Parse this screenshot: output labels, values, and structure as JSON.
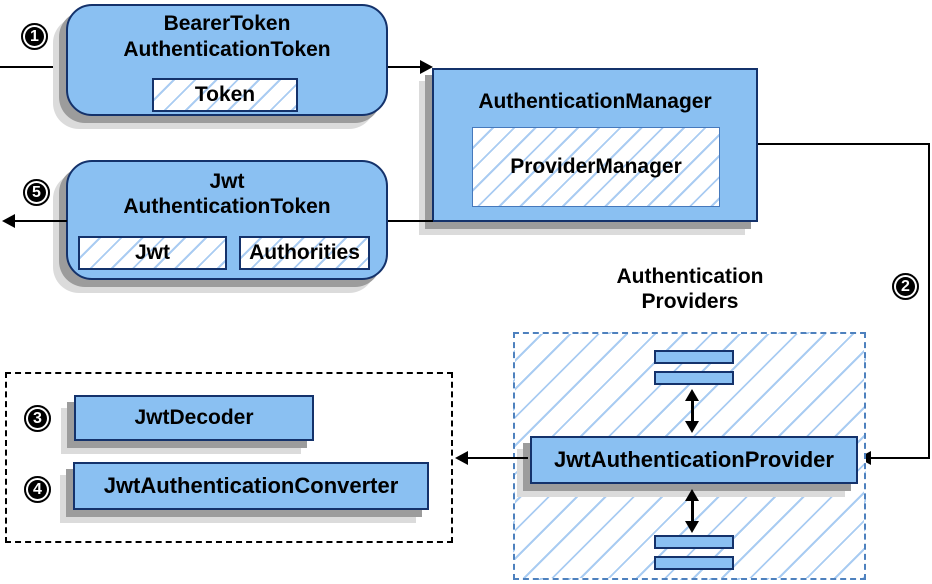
{
  "nodes": {
    "bearer_token": {
      "title_line1": "BearerToken",
      "title_line2": "AuthenticationToken",
      "field": "Token"
    },
    "authentication_manager": {
      "title": "AuthenticationManager",
      "field": "ProviderManager"
    },
    "jwt_authentication_token": {
      "title_line1": "Jwt",
      "title_line2": "AuthenticationToken",
      "field_jwt": "Jwt",
      "field_authorities": "Authorities"
    },
    "authentication_providers": {
      "label_line1": "Authentication",
      "label_line2": "Providers",
      "provider": "JwtAuthenticationProvider"
    },
    "converter_group": {
      "decoder": "JwtDecoder",
      "converter": "JwtAuthenticationConverter"
    }
  },
  "badges": {
    "step1": "1",
    "step2": "2",
    "step3": "3",
    "step4": "4",
    "step5": "5"
  },
  "colors": {
    "node_fill": "#8AC0F2",
    "node_border": "#14326B",
    "hatch_line": "#AACCF2",
    "providers_dash_border": "#4E81BE",
    "group_dash_border": "#000000",
    "shadow_dark": "#9C9C9C",
    "shadow_light": "#DBDBDB",
    "arrow": "#000000",
    "badge_bg": "#000000",
    "badge_text": "#FFFFFF"
  }
}
